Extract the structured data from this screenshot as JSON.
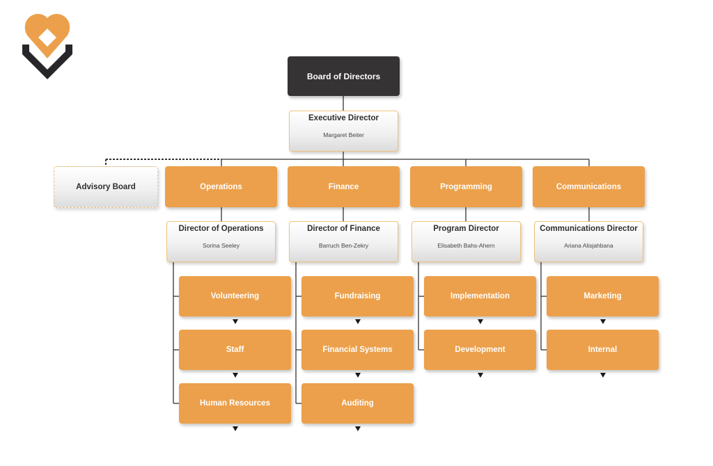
{
  "logo": {
    "icon": "heart-diamond-logo-icon",
    "colors": {
      "orange": "#eca04b",
      "dark": "#27272b"
    }
  },
  "colors": {
    "box_dark": "#363334",
    "box_orange": "#eca04b",
    "border_person": "#f0c27c",
    "line": "#333333"
  },
  "board": {
    "title": "Board of Directors"
  },
  "executive": {
    "title": "Executive Director",
    "name": "Margaret Beiter"
  },
  "advisory": {
    "title": "Advisory Board"
  },
  "departments": [
    {
      "title": "Operations",
      "head": {
        "title": "Director of Operations",
        "name": "Sorina Seeley"
      },
      "units": [
        "Volunteering",
        "Staff",
        "Human Resources"
      ]
    },
    {
      "title": "Finance",
      "head": {
        "title": "Director of Finance",
        "name": "Barruch Ben-Zekry"
      },
      "units": [
        "Fundraising",
        "Financial Systems",
        "Auditing"
      ]
    },
    {
      "title": "Programming",
      "head": {
        "title": "Program Director",
        "name": "Elisabeth Bahs-Ahern"
      },
      "units": [
        "Implementation",
        "Development"
      ]
    },
    {
      "title": "Communications",
      "head": {
        "title": "Communications Director",
        "name": "Ariana Alisjahbana"
      },
      "units": [
        "Marketing",
        "Internal"
      ]
    }
  ]
}
